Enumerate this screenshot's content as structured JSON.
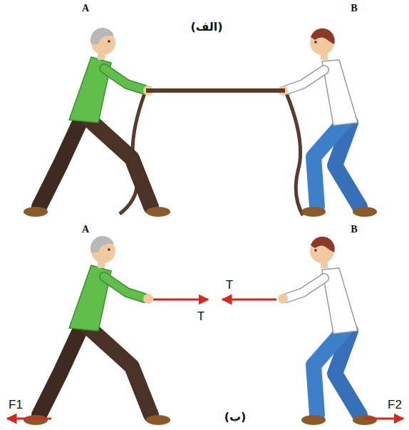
{
  "diagram": {
    "labels": [
      "A",
      "B",
      "(الف)",
      "A",
      "B",
      "T",
      "T",
      "F1",
      "F2",
      "(ب)"
    ]
  }
}
